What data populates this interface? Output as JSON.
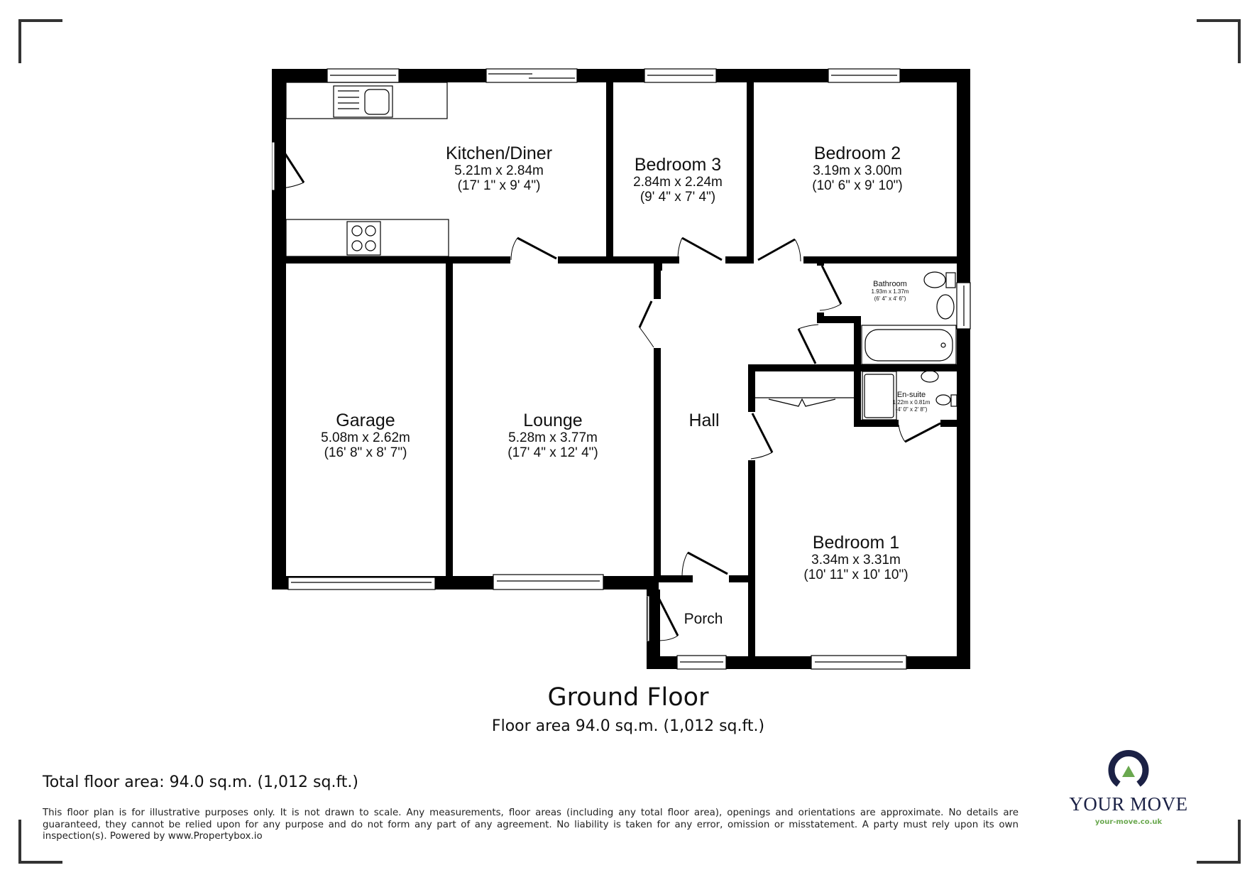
{
  "plan": {
    "floor_title": "Ground Floor",
    "floor_area": "Floor area 94.0 sq.m. (1,012 sq.ft.)",
    "rooms": {
      "kitchen": {
        "name": "Kitchen/Diner",
        "metric": "5.21m x 2.84m",
        "imperial": "(17' 1\" x 9' 4\")"
      },
      "bedroom3": {
        "name": "Bedroom 3",
        "metric": "2.84m x 2.24m",
        "imperial": "(9' 4\" x 7' 4\")"
      },
      "bedroom2": {
        "name": "Bedroom 2",
        "metric": "3.19m x 3.00m",
        "imperial": "(10' 6\" x 9' 10\")"
      },
      "bathroom": {
        "name": "Bathroom",
        "metric": "1.93m x 1.37m",
        "imperial": "(6' 4\" x 4' 6\")"
      },
      "ensuite": {
        "name": "En-suite",
        "metric": "1.22m x 0.81m",
        "imperial": "(4' 0\" x 2' 8\")"
      },
      "garage": {
        "name": "Garage",
        "metric": "5.08m x 2.62m",
        "imperial": "(16' 8\" x 8' 7\")"
      },
      "lounge": {
        "name": "Lounge",
        "metric": "5.28m x 3.77m",
        "imperial": "(17' 4\" x 12' 4\")"
      },
      "hall": {
        "name": "Hall"
      },
      "bedroom1": {
        "name": "Bedroom 1",
        "metric": "3.34m x 3.31m",
        "imperial": "(10' 11\" x 10' 10\")"
      },
      "porch": {
        "name": "Porch"
      }
    }
  },
  "footer": {
    "total_area": "Total floor area: 94.0 sq.m. (1,012 sq.ft.)",
    "disclaimer": "This floor plan is for illustrative purposes only. It is not drawn to scale. Any measurements, floor areas (including any total floor area), openings and orientations are approximate. No details are guaranteed, they cannot be relied upon for any purpose and do not form any part of any agreement. No liability is taken for any error, omission or misstatement. A party must rely upon its own inspection(s). Powered by www.Propertybox.io"
  },
  "logo": {
    "brand": "YOUR MOVE",
    "url": "your-move.co.uk",
    "colors": {
      "navy": "#1b2145",
      "green": "#6aa84f"
    }
  }
}
